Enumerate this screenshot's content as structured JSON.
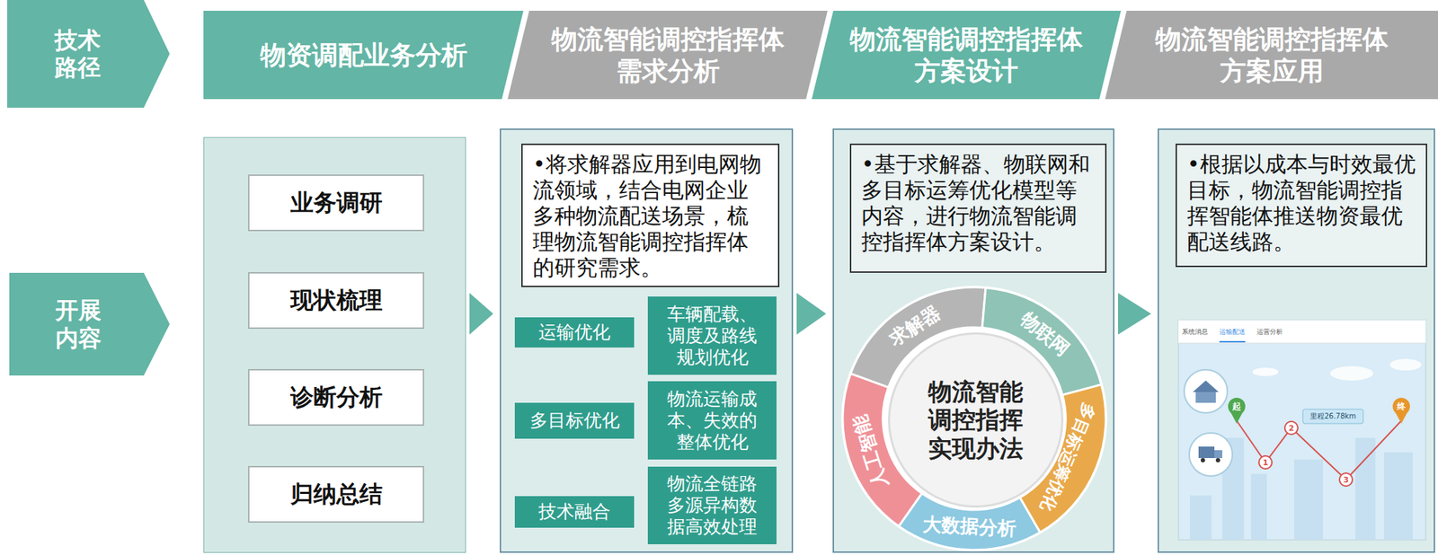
{
  "diagram": {
    "nodes": [
      {
        "text": [
          "技术路径"
        ]
      },
      {
        "text": [
          "物资调配业务分析"
        ]
      },
      {
        "text": [
          "物流智能调控指挥体 需求分析"
        ]
      },
      {
        "text": [
          "物流智能调控指挥体 方案设计"
        ]
      },
      {
        "text": [
          "物流智能调控指挥体 方案应用"
        ]
      },
      {
        "text": [
          "开展内容"
        ]
      },
      {
        "text": []
      },
      {
        "text": [
          "业务调研"
        ],
        "in": 6
      },
      {
        "text": [
          "现状梳理"
        ],
        "in": 6
      },
      {
        "text": [
          "诊断分析"
        ],
        "in": 6
      },
      {
        "text": [
          "归纳总结"
        ],
        "in": 6
      },
      {
        "text": []
      },
      {
        "text": [
          "•将求解器应用到电网物流领域，结合电网企业多种物流配送场景，梳理物流智能调控指挥体的研究需求。"
        ],
        "in": 11
      },
      {
        "text": [
          "运输优化"
        ],
        "in": 11
      },
      {
        "text": [
          "车辆配载、调度及路线规划优化"
        ],
        "in": 11
      },
      {
        "text": [
          "多目标优化"
        ],
        "in": 11
      },
      {
        "text": [
          "物流运输成本、失效的整体优化"
        ],
        "in": 11
      },
      {
        "text": [
          "技术融合"
        ],
        "in": 11
      },
      {
        "text": [
          "物流全链路多源异构数据高效处理"
        ],
        "in": 11
      },
      {
        "text": []
      },
      {
        "text": [
          "•基于求解器、物联网和多目标运筹优化模型等内容，进行物流智能调控指挥体方案设计。"
        ],
        "in": 19
      },
      {
        "text": [
          "物流智能调控指挥实现办法"
        ],
        "in": 19
      },
      {
        "text": []
      },
      {
        "text": [
          "•根据以成本与时效最优目标，物流智能调控指挥智能体推送物资最优配送线路。"
        ],
        "in": 22
      }
    ],
    "edges": [
      {
        "from": 6,
        "to": 11,
        "arrow": "to"
      },
      {
        "from": 11,
        "to": 19,
        "arrow": "to"
      },
      {
        "from": 19,
        "to": 22,
        "arrow": "to"
      }
    ],
    "labels": [
      "求解器",
      "物联网",
      "多目标运筹优化",
      "大数据分析",
      "人工智能",
      "系统消息",
      "运输配送",
      "运营分析",
      "起",
      "1",
      "2",
      "3",
      "终",
      "里程26.78km"
    ]
  }
}
